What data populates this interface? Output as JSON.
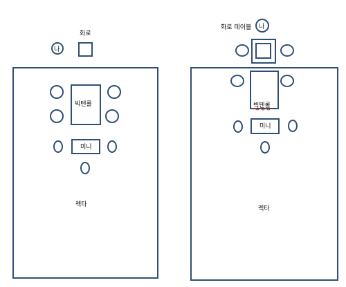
{
  "left_plan": {
    "stove_label": "화로",
    "person_tag": "나",
    "big_table_label": "빅텐롤",
    "mini_label": "미니",
    "area_label": "렉타"
  },
  "right_plan": {
    "stove_table_label": "화로 테이블",
    "person_tag": "나",
    "big_table_label": "빅텐롤",
    "mini_label": "미니",
    "area_label": "렉타"
  },
  "colors": {
    "stroke": "#2f4f74",
    "text": "#111111",
    "spellcheck_underline": "#c0392b"
  }
}
